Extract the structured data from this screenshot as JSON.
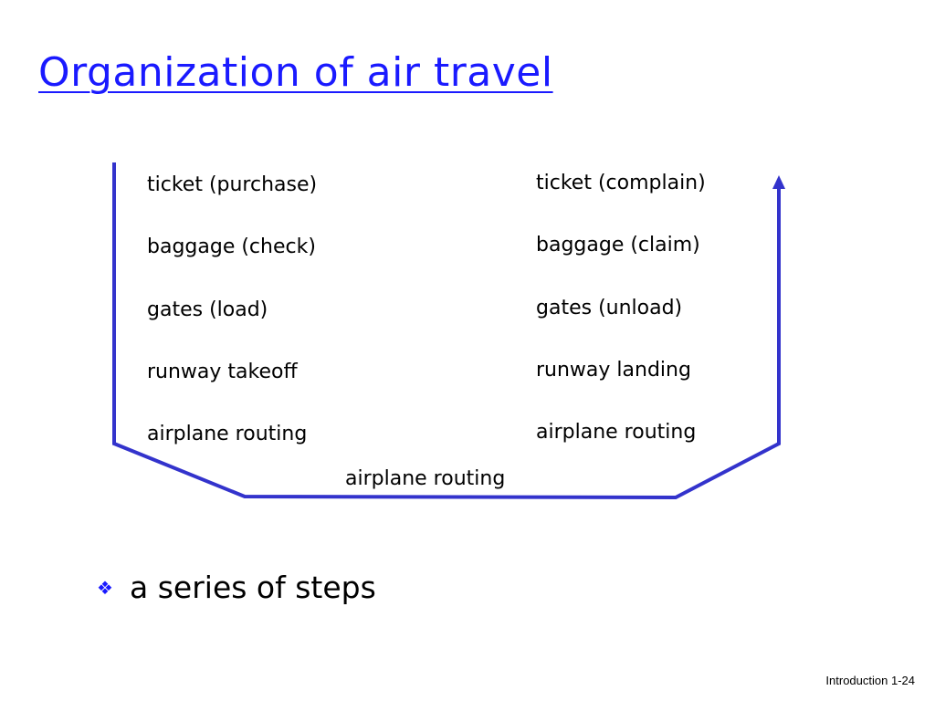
{
  "slide": {
    "title": "Organization of air travel",
    "left_steps": [
      "ticket (purchase)",
      "baggage (check)",
      "gates (load)",
      "runway takeoff",
      "airplane routing"
    ],
    "right_steps": [
      "ticket (complain)",
      "baggage (claim)",
      "gates (unload)",
      "runway landing",
      "airplane routing"
    ],
    "bottom_step": "airplane routing",
    "bullet": {
      "icon": "diamond-bullet-icon",
      "text": "a series of steps"
    },
    "footer": "Introduction 1-24"
  },
  "colors": {
    "title": "#1a1aff",
    "flow_line": "#3333cc",
    "text": "#000000"
  }
}
